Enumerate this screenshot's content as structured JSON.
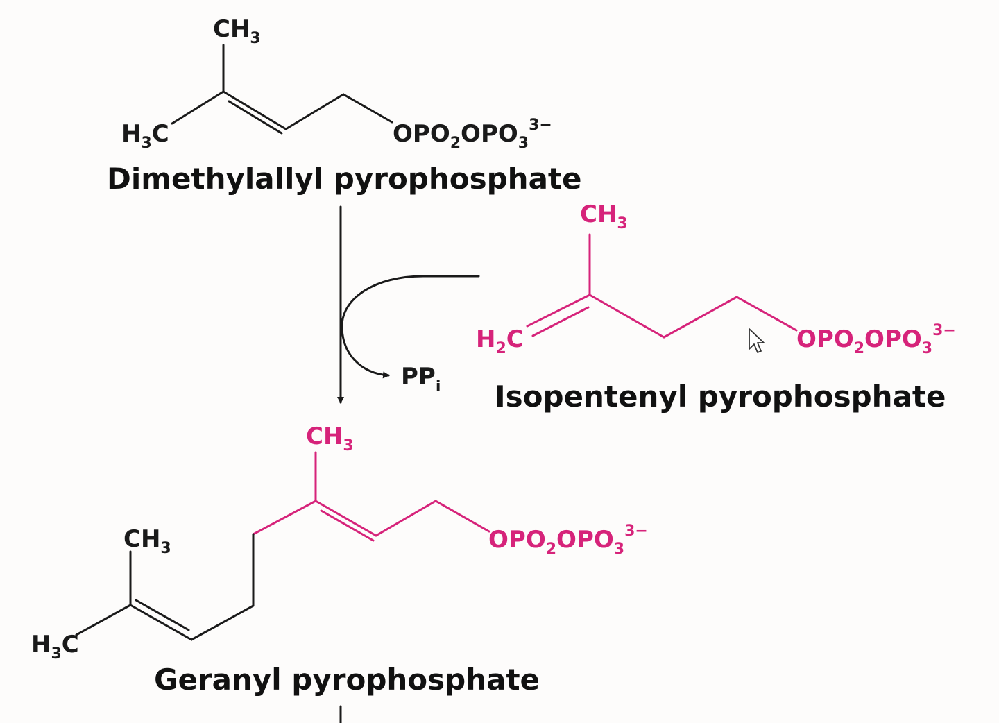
{
  "colors": {
    "black": "#1a1a1a",
    "magenta": "#d6237a",
    "background": "#fdfcfb"
  },
  "dmapp": {
    "ch3_top": {
      "main": "CH",
      "sub": "3"
    },
    "h3c": {
      "main1": "H",
      "sub": "3",
      "main2": "C"
    },
    "phosphate": {
      "p1": "OPO",
      "s1": "2",
      "p2": "OPO",
      "s2": "3",
      "charge": "3−"
    },
    "name": "Dimethylallyl pyrophosphate"
  },
  "ipp": {
    "ch3_top": {
      "main": "CH",
      "sub": "3"
    },
    "h2c": {
      "main1": "H",
      "sub": "2",
      "main2": "C"
    },
    "phosphate": {
      "p1": "OPO",
      "s1": "2",
      "p2": "OPO",
      "s2": "3",
      "charge": "3−"
    },
    "name": "Isopentenyl pyrophosphate"
  },
  "byproduct": {
    "main": "PP",
    "sub": "i"
  },
  "gpp": {
    "ch3_new": {
      "main": "CH",
      "sub": "3"
    },
    "ch3_old": {
      "main": "CH",
      "sub": "3"
    },
    "h3c": {
      "main1": "H",
      "sub": "3",
      "main2": "C"
    },
    "phosphate": {
      "p1": "OPO",
      "s1": "2",
      "p2": "OPO",
      "s2": "3",
      "charge": "3−"
    },
    "name": "Geranyl pyrophosphate"
  },
  "icons": {
    "cursor": "mouse-pointer-icon"
  }
}
